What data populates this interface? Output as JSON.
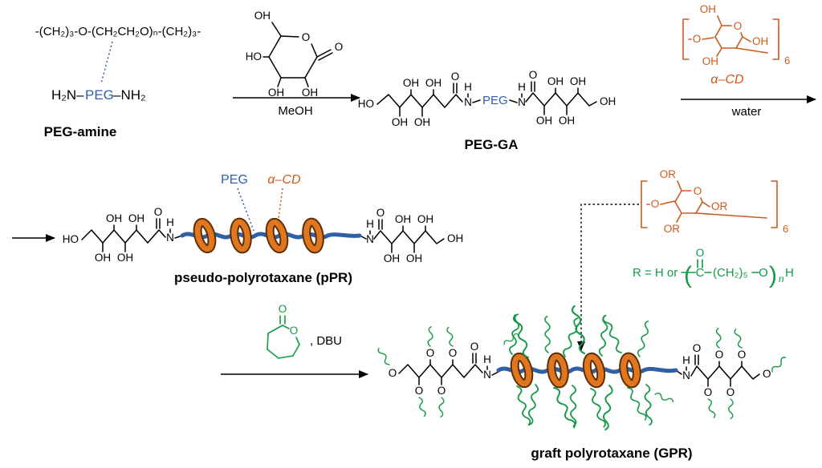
{
  "colors": {
    "peg_blue": "#2f5fa5",
    "cd_orange": "#cd5a1e",
    "graft_green": "#149a48",
    "torus_fill": "#e0761f",
    "torus_edge": "#5f2f06"
  },
  "atoms": {
    "oh": "OH",
    "ho": "HO",
    "o": "O",
    "n": "N",
    "h": "H",
    "c": "C",
    "or": "OR",
    "six": "6",
    "sub_n": "n"
  },
  "peg_amine": {
    "formula": "-(CH₂)₃-O-(CH₂CH₂O)ₙ-(CH₂)₃-",
    "amine_left": "H₂N–",
    "peg": "PEG",
    "amine_right": "–NH₂",
    "label": "PEG-amine"
  },
  "step1": {
    "solvent": "MeOH"
  },
  "peg_ga": {
    "label": "PEG-GA",
    "peg": "PEG"
  },
  "acd": {
    "label": "α–CD"
  },
  "step2": {
    "solvent": "water"
  },
  "ppr": {
    "label": "pseudo-polyrotaxane (pPR)",
    "peg_callout": "PEG",
    "acd_callout": "α–CD"
  },
  "r_def": {
    "prefix": "R = H or",
    "chain": "(CH₂)₅"
  },
  "step3": {
    "reagent": ", DBU"
  },
  "gpr": {
    "label": "graft polyrotaxane (GPR)"
  }
}
